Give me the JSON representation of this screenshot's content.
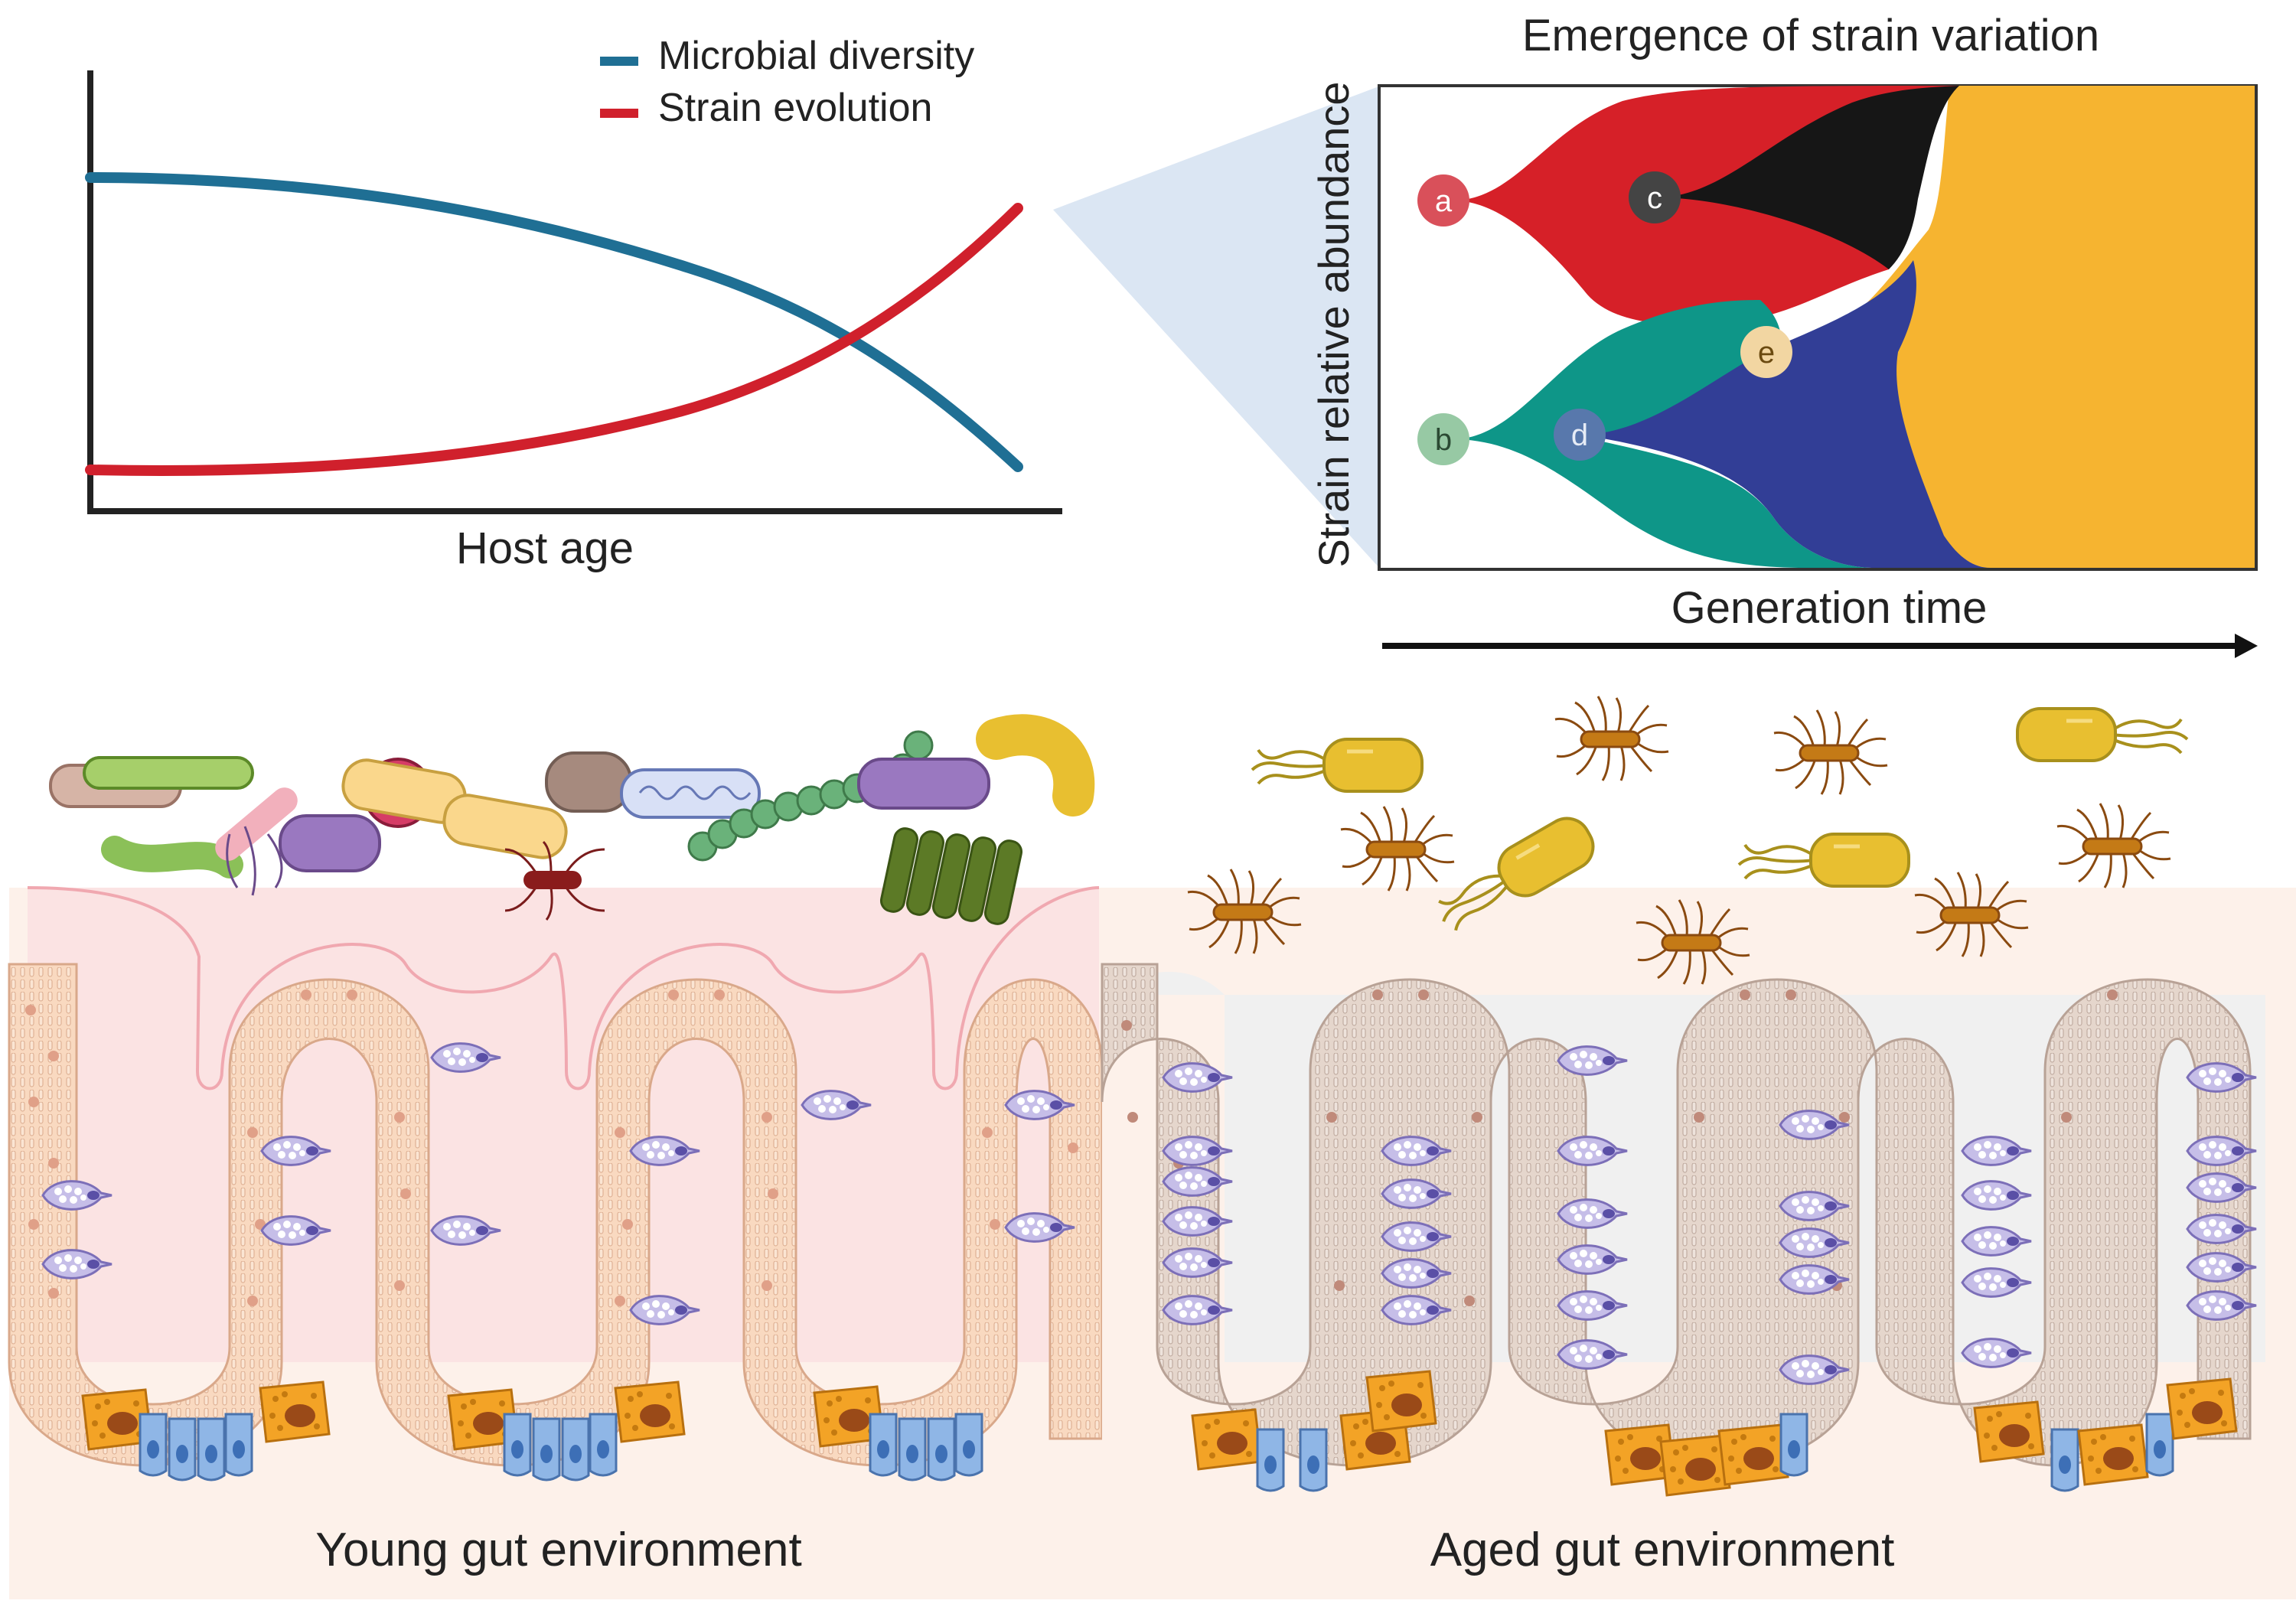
{
  "top_left_plot": {
    "xlabel": "Host age",
    "legend": [
      {
        "label": "Microbial diversity",
        "color": "#1f6f94"
      },
      {
        "label": "Strain evolution",
        "color": "#d0202c"
      }
    ]
  },
  "top_right_plot": {
    "title": "Emergence of strain variation",
    "ylabel": "Strain relative abundance",
    "xlabel": "Generation time",
    "strains": [
      {
        "id": "a",
        "color": "#d62028",
        "node_color": "#d9505a"
      },
      {
        "id": "b",
        "color": "#0e9688",
        "node_color": "#97c9a4"
      },
      {
        "id": "c",
        "color": "#161616",
        "node_color": "#444444"
      },
      {
        "id": "d",
        "color": "#323e96",
        "node_color": "#5878ac"
      },
      {
        "id": "e",
        "color": "#f6b430",
        "node_color": "#f2d6a2"
      }
    ]
  },
  "panels": {
    "young_label": "Young gut environment",
    "aged_label": "Aged gut environment"
  },
  "colors": {
    "young_lumen": "#fbe3e3",
    "aged_lumen": "#f0f0f0",
    "young_epithelium": "#f9d9c0",
    "aged_epithelium": "#e5d6cc",
    "base_tint": "#fdf1ea",
    "paneth": "#f3a326",
    "stem": "#8fb6e6",
    "goblet": "#c5bde6"
  }
}
